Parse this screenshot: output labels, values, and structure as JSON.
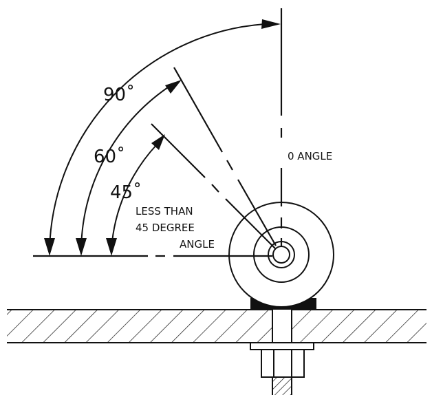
{
  "labels": {
    "deg90": "90˚",
    "deg60": "60˚",
    "deg45": "45˚",
    "zero": "0 ANGLE",
    "less_line1": "LESS THAN",
    "less_line2": "45 DEGREE",
    "less_line3": "ANGLE"
  },
  "colors": {
    "ink": "#111111",
    "background": "#ffffff"
  }
}
